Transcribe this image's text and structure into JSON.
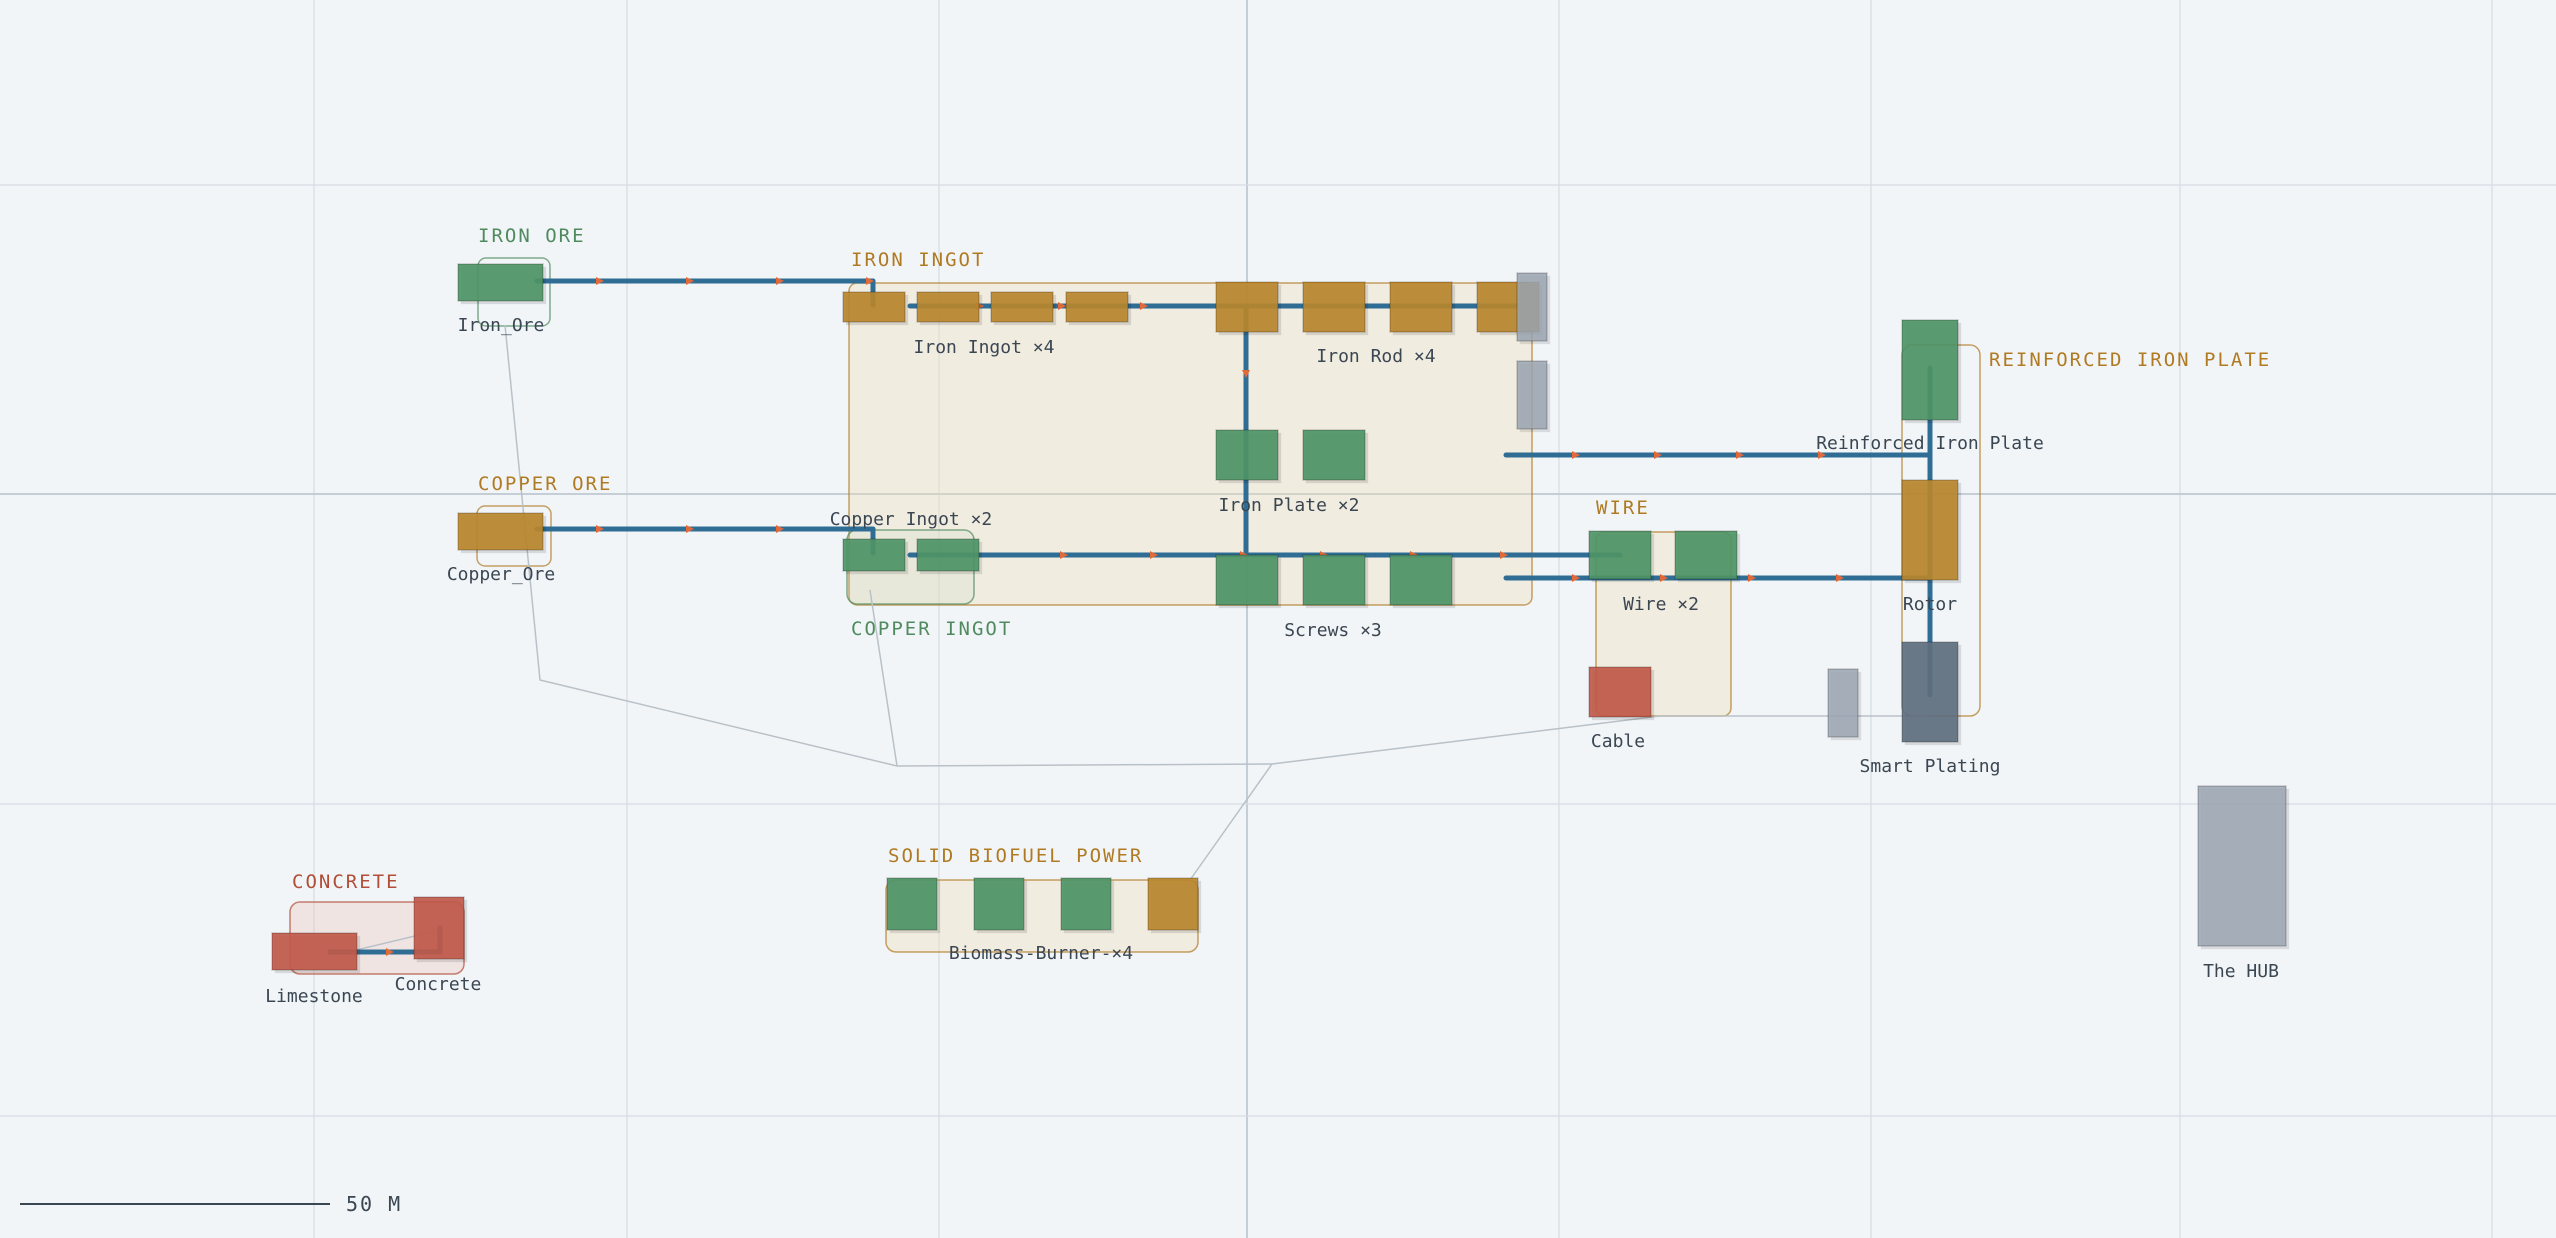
{
  "colors": {
    "background": "#f2f5f8",
    "grid": "#d6dde3",
    "grid_major": "#c5ced6",
    "belt": "#2f6d95",
    "belt_arrow": "#e06a3a",
    "green": "#4e9466",
    "gold": "#b8862c",
    "red": "#c0594a",
    "slate": "#5f6f7e",
    "grey": "#9aa5b0",
    "zone_green": "#4f8a5e",
    "zone_gold": "#b07a22",
    "zone_red": "#b24e37",
    "label": "#3a4652",
    "power_line": "#b9c1c8"
  },
  "zones": [
    {
      "id": "iron-ore",
      "title": "IRON ORE",
      "tone": "green"
    },
    {
      "id": "iron-ingot",
      "title": "IRON INGOT",
      "tone": "gold"
    },
    {
      "id": "copper-ore",
      "title": "COPPER ORE",
      "tone": "gold"
    },
    {
      "id": "copper-ingot",
      "title": "COPPER INGOT",
      "tone": "green"
    },
    {
      "id": "wire",
      "title": "WIRE",
      "tone": "gold"
    },
    {
      "id": "reinforced-iron-plate",
      "title": "REINFORCED IRON PLATE",
      "tone": "gold"
    },
    {
      "id": "concrete",
      "title": "CONCRETE",
      "tone": "red"
    },
    {
      "id": "solid-biofuel-power",
      "title": "SOLID BIOFUEL POWER",
      "tone": "gold"
    }
  ],
  "machine_labels": {
    "iron_ore": "Iron_Ore",
    "copper_ore": "Copper_Ore",
    "iron_ingot": "Iron Ingot ×4",
    "copper_ingot": "Copper Ingot ×2",
    "iron_rod": "Iron Rod ×4",
    "iron_plate": "Iron Plate ×2",
    "screws": "Screws ×3",
    "wire": "Wire ×2",
    "cable": "Cable",
    "reinforced_iron_plate": "Reinforced Iron Plate",
    "rotor": "Rotor",
    "smart_plating": "Smart Plating",
    "the_hub": "The HUB",
    "limestone": "Limestone",
    "concrete": "Concrete",
    "biomass_burner": "Biomass-Burner-×4"
  },
  "scale_bar": {
    "label": "50 M"
  }
}
